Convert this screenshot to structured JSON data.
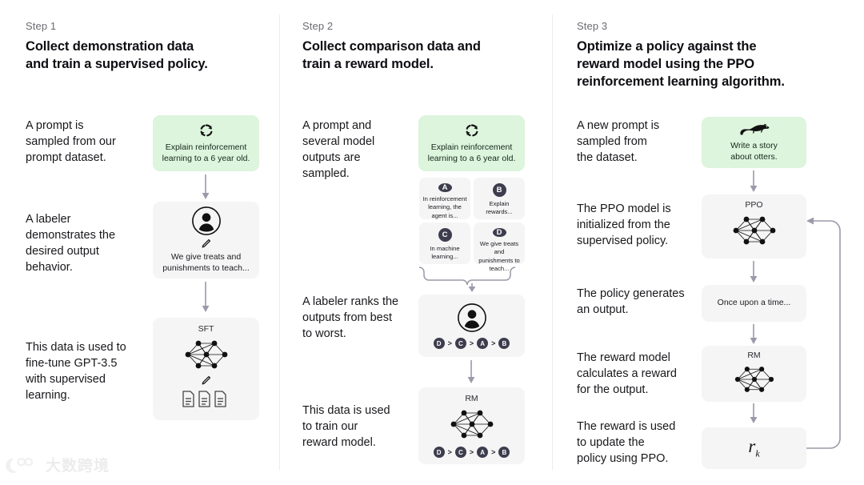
{
  "diagram": {
    "title": "InstructGPT / RLHF three-step training diagram",
    "colors": {
      "prompt_green": "#ddf4dd",
      "panel_gray": "#f5f5f6",
      "badge_dark": "#3d3d4e",
      "arrow_gray": "#9a9aa8",
      "divider": "#ededf0",
      "text": "#18181c",
      "step_label": "#6b6b72"
    }
  },
  "steps": [
    {
      "label": "Step 1",
      "title": "Collect demonstration data\nand train a supervised policy.",
      "title_lines": [
        "Collect demonstration data",
        "and train a supervised policy."
      ],
      "captions": [
        "A prompt is\nsampled from our\nprompt dataset.",
        "A labeler\ndemonstrates the\ndesired output\nbehavior.",
        "This data is used to\nfine-tune GPT-3.5\nwith supervised\nlearning."
      ],
      "prompt_box": {
        "icon": "dashed-circle-refresh-icon",
        "text": "Explain reinforcement\nlearning to a 6 year old."
      },
      "labeler_box": {
        "icon": "person-in-circle-icon",
        "pencil_icon": "pencil-icon",
        "text": "We give treats and\npunishments to teach..."
      },
      "model_box": {
        "title": "SFT",
        "icon": "neural-network-icon",
        "pencil_icon": "pencil-icon",
        "docs_icon": "three-documents-icon"
      }
    },
    {
      "label": "Step 2",
      "title": "Collect comparison data and\ntrain a reward model.",
      "title_lines": [
        "Collect comparison data and",
        "train a reward model."
      ],
      "captions": [
        "A prompt and\nseveral model\noutputs are\nsampled.",
        "A labeler ranks the\noutputs from best\nto worst.",
        "This data is used\nto train our\nreward model."
      ],
      "prompt_box": {
        "icon": "dashed-circle-refresh-icon",
        "text": "Explain reinforcement\nlearning to a 6 year old."
      },
      "output_cards": [
        {
          "badge": "A",
          "text": "In reinforcement\nlearning, the\nagent is..."
        },
        {
          "badge": "B",
          "text": "Explain rewards..."
        },
        {
          "badge": "C",
          "text": "In machine\nlearning..."
        },
        {
          "badge": "D",
          "text": "We give treats and\npunishments to\nteach..."
        }
      ],
      "ranking_box": {
        "icon": "person-in-circle-icon",
        "ranking": [
          "D",
          "C",
          "A",
          "B"
        ],
        "separator": ">"
      },
      "reward_model_box": {
        "title": "RM",
        "icon": "neural-network-icon",
        "ranking": [
          "D",
          "C",
          "A",
          "B"
        ],
        "separator": ">"
      }
    },
    {
      "label": "Step 3",
      "title": "Optimize a policy against the\nreward model using the PPO\nreinforcement learning algorithm.",
      "title_lines": [
        "Optimize a policy against the",
        "reward model using the PPO",
        "reinforcement learning algorithm."
      ],
      "captions": [
        "A new prompt is\nsampled from\nthe dataset.",
        "The PPO model is\ninitialized from the\nsupervised policy.",
        "The policy generates\nan output.",
        "The reward model\ncalculates a reward\nfor the output.",
        "The reward is used\nto update the\npolicy using PPO."
      ],
      "prompt_box": {
        "icon": "otter-icon",
        "text": "Write a story\nabout otters."
      },
      "ppo_box": {
        "title": "PPO",
        "icon": "neural-network-icon"
      },
      "output_box": {
        "text": "Once upon a time..."
      },
      "reward_model_box": {
        "title": "RM",
        "icon": "neural-network-icon"
      },
      "reward_box": {
        "symbol": "r",
        "subscript": "k"
      },
      "feedback_arrow": "feedback-loop-arrow"
    }
  ],
  "watermark": {
    "logo": "dashuku-logo-icon",
    "text": "大数跨境"
  }
}
